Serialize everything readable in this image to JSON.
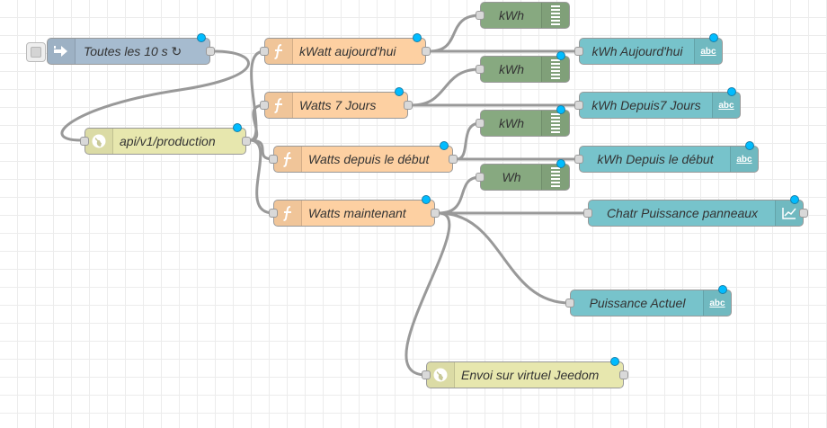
{
  "colors": {
    "inject": "#a6bbcf",
    "function": "#fdd0a2",
    "http": "#e7e7ae",
    "debug": "#87a980",
    "ui_text": "#77c3cb",
    "wire": "#999999",
    "changed_dot": "#00bcff"
  },
  "nodes": [
    {
      "key": "inject",
      "label": "Toutes les 10 s ↻",
      "icon": "inject-arrow-icon"
    },
    {
      "key": "http",
      "label": "api/v1/production",
      "icon": "globe-icon"
    },
    {
      "key": "fn_kwatt",
      "label": "kWatt aujourd'hui",
      "icon": "function-icon"
    },
    {
      "key": "fn_w7",
      "label": "Watts 7 Jours",
      "icon": "function-icon"
    },
    {
      "key": "fn_wdeb",
      "label": "Watts depuis le début",
      "icon": "function-icon"
    },
    {
      "key": "fn_wmaint",
      "label": "Watts maintenant",
      "icon": "function-icon"
    },
    {
      "key": "dbg1",
      "label": "kWh",
      "icon": "debug-list-icon"
    },
    {
      "key": "dbg2",
      "label": "kWh",
      "icon": "debug-list-icon"
    },
    {
      "key": "dbg3",
      "label": "kWh",
      "icon": "debug-list-icon"
    },
    {
      "key": "dbg4",
      "label": "Wh",
      "icon": "debug-list-icon"
    },
    {
      "key": "txt1",
      "label": "kWh Aujourd'hui",
      "icon": "abc-text-icon",
      "icon_text": "abc"
    },
    {
      "key": "txt2",
      "label": "kWh Depuis7 Jours",
      "icon": "abc-text-icon",
      "icon_text": "abc"
    },
    {
      "key": "txt3",
      "label": "kWh Depuis le début",
      "icon": "abc-text-icon",
      "icon_text": "abc"
    },
    {
      "key": "chart",
      "label": "Chatr Puissance panneaux",
      "icon": "chart-line-icon"
    },
    {
      "key": "txt4",
      "label": "Puissance Actuel",
      "icon": "abc-text-icon",
      "icon_text": "abc"
    },
    {
      "key": "http2",
      "label": "Envoi sur virtuel Jeedom",
      "icon": "globe-icon"
    }
  ]
}
